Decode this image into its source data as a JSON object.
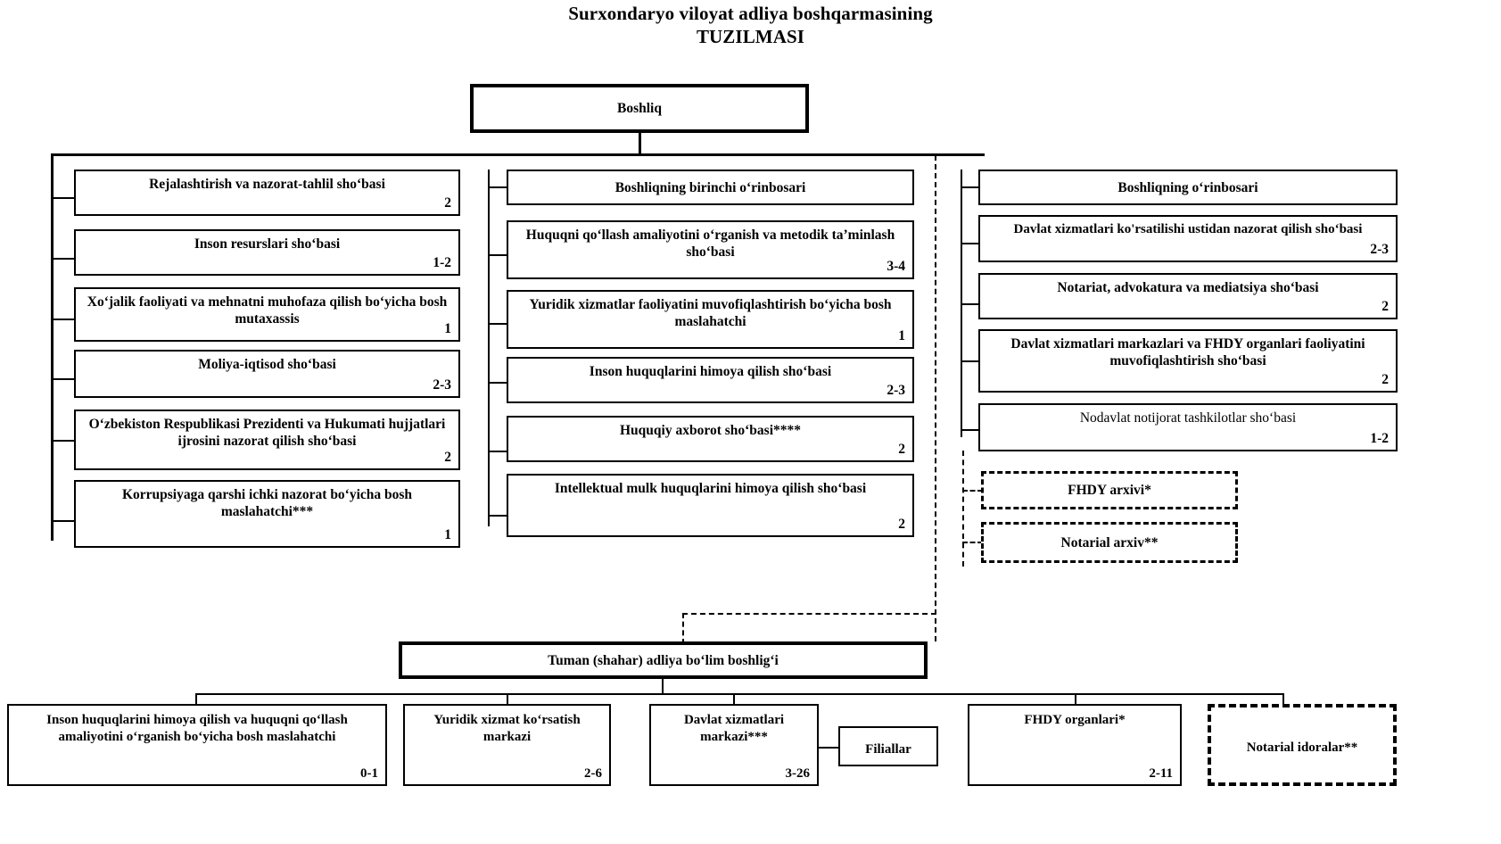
{
  "title": {
    "line1": "Surxondaryo viloyat adliya boshqarmasining",
    "line2": "TUZILMASI"
  },
  "root": {
    "label": "Boshliq"
  },
  "columns": {
    "left": {
      "items": [
        {
          "label": "Rejalashtirish va nazorat-tahlil sho‘basi",
          "num": "2"
        },
        {
          "label": "Inson resurslari sho‘basi",
          "num": "1-2"
        },
        {
          "label": "Xo‘jalik faoliyati va mehnatni muhofaza qilish bo‘yicha bosh mutaxassis",
          "num": "1"
        },
        {
          "label": "Moliya-iqtisod sho‘basi",
          "num": "2-3"
        },
        {
          "label": "O‘zbekiston Respublikasi Prezidenti va Hukumati hujjatlari ijrosini nazorat qilish sho‘basi",
          "num": "2"
        },
        {
          "label": "Korrupsiyaga qarshi ichki nazorat bo‘yicha bosh maslahatchi***",
          "num": "1"
        }
      ]
    },
    "center": {
      "head": {
        "label": "Boshliqning birinchi o‘rinbosari"
      },
      "items": [
        {
          "label": "Huquqni qo‘llash amaliyotini o‘rganish va metodik ta’minlash sho‘basi",
          "num": "3-4"
        },
        {
          "label": "Yuridik xizmatlar faoliyatini muvofiqlashtirish bo‘yicha bosh maslahatchi",
          "num": "1"
        },
        {
          "label": "Inson huquqlarini himoya qilish sho‘basi",
          "num": "2-3"
        },
        {
          "label": "Huquqiy axborot sho‘basi****",
          "num": "2"
        },
        {
          "label": "Intellektual mulk huquqlarini himoya qilish sho‘basi",
          "num": "2"
        }
      ]
    },
    "right": {
      "head": {
        "label": "Boshliqning o‘rinbosari"
      },
      "items": [
        {
          "label": "Davlat xizmatlari ko'rsatilishi ustidan nazorat qilish sho‘basi",
          "num": "2-3"
        },
        {
          "label": "Notariat, advokatura va mediatsiya sho‘basi",
          "num": "2"
        },
        {
          "label": "Davlat xizmatlari markazlari va FHDY organlari faoliyatini muvofiqlashtirish sho‘basi",
          "num": "2"
        },
        {
          "label": "Nodavlat notijorat tashkilotlar sho‘basi",
          "num": "1-2"
        }
      ],
      "dashed_items": [
        {
          "label": "FHDY arxivi*"
        },
        {
          "label": "Notarial arxiv**"
        }
      ]
    }
  },
  "district": {
    "head": {
      "label": "Tuman (shahar) adliya bo‘lim boshlig‘i"
    },
    "items": [
      {
        "label": "Inson huquqlarini himoya qilish va huquqni qo‘llash amaliyotini o‘rganish bo‘yicha bosh maslahatchi",
        "num": "0-1"
      },
      {
        "label": "Yuridik xizmat ko‘rsatish markazi",
        "num": "2-6"
      },
      {
        "label": "Davlat xizmatlari markazi***",
        "num": "3-26"
      },
      {
        "label": "FHDY organlari*",
        "num": "2-11"
      }
    ],
    "branch": {
      "label": "Filiallar"
    },
    "dashed_item": {
      "label": "Notarial idoralar**"
    }
  }
}
